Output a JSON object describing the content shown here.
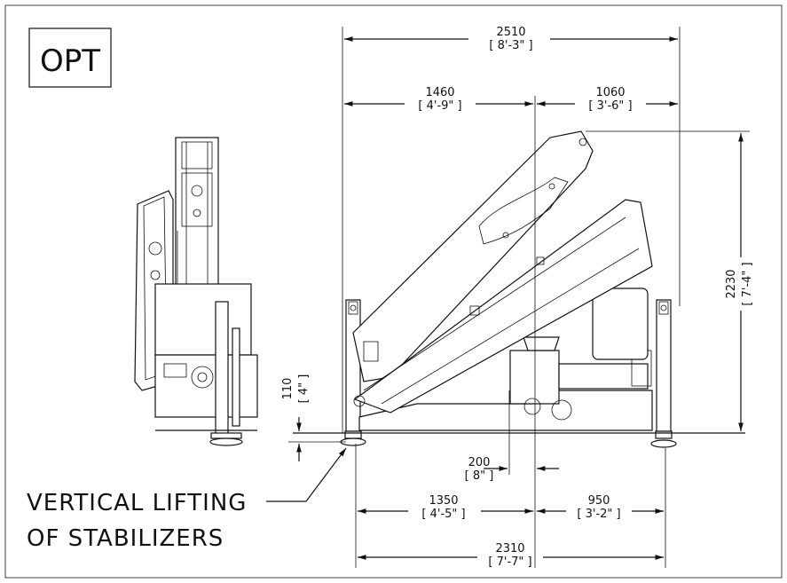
{
  "label_box": "OPT",
  "callout": {
    "line1": "VERTICAL LIFTING",
    "line2": "OF STABILIZERS"
  },
  "dimensions": {
    "overall_width": {
      "mm": "2510",
      "ftin": "[ 8'-3\" ]"
    },
    "left_width": {
      "mm": "1460",
      "ftin": "[ 4'-9\" ]"
    },
    "right_width": {
      "mm": "1060",
      "ftin": "[ 3'-6\" ]"
    },
    "height": {
      "mm": "2230",
      "ftin": "[ 7'-4\" ]"
    },
    "lift": {
      "mm": "110",
      "ftin": "[ 4\" ]"
    },
    "offset": {
      "mm": "200",
      "ftin": "[ 8\" ]"
    },
    "base_left": {
      "mm": "1350",
      "ftin": "[ 4'-5\" ]"
    },
    "base_right": {
      "mm": "950",
      "ftin": "[ 3'-2\" ]"
    },
    "base_overall": {
      "mm": "2310",
      "ftin": "[ 7'-7\" ]"
    }
  }
}
